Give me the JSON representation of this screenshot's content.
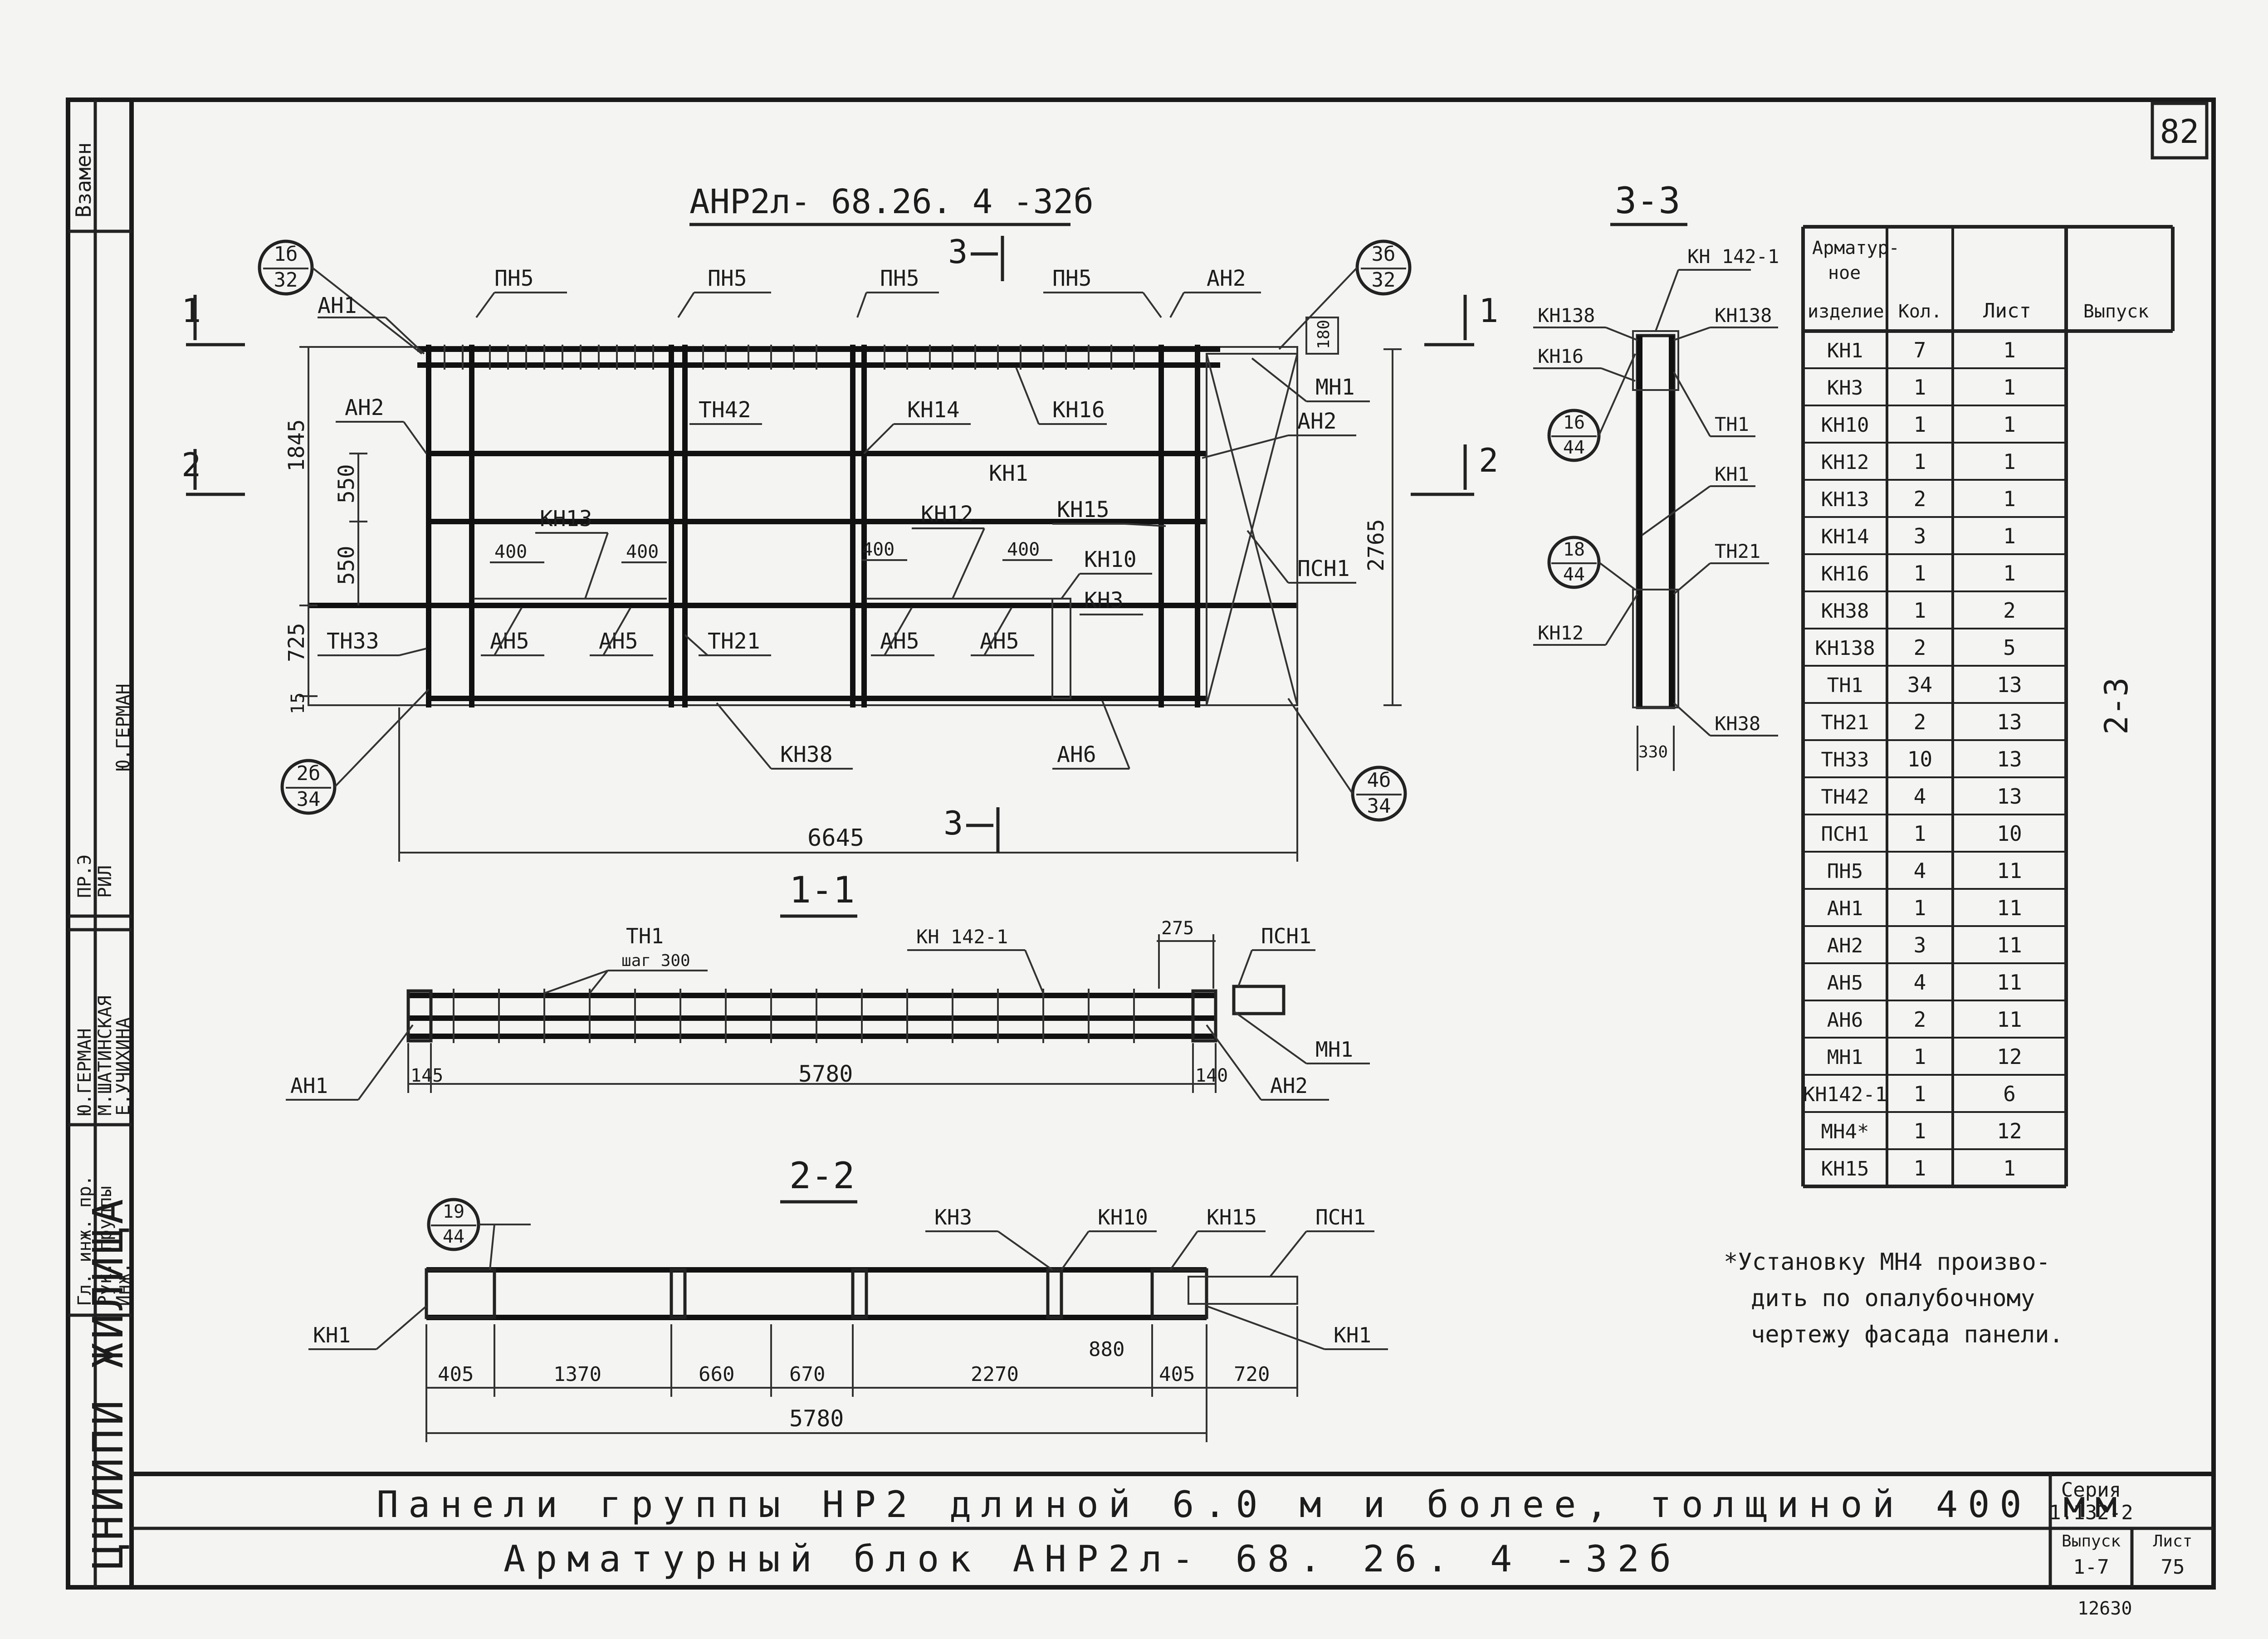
{
  "sheet_number": "82",
  "stamp_side": {
    "vzamen": "Взамен",
    "org": "ЦНИИПИ ЖИЛИЩА",
    "roles": [
      "Гл. инж. пр.",
      "Рук. группы",
      "Инж."
    ],
    "names_top": [
      "Ю.ГЕРМАН",
      "М.ШАТИНСКАЯ",
      "Е.УЧИХИНА"
    ],
    "names_mid": [
      "ПР.Э",
      "РИЛ",
      "Ю.ГЕРМАН"
    ]
  },
  "main_view": {
    "title": "АНР2л- 68.26. 4 -32б",
    "callouts": [
      {
        "top": "1б",
        "bottom": "32"
      },
      {
        "top": "3б",
        "bottom": "32"
      },
      {
        "top": "2б",
        "bottom": "34"
      },
      {
        "top": "4б",
        "bottom": "34"
      }
    ],
    "labels": {
      "pn5a": "ПН5",
      "pn5b": "ПН5",
      "pn5c": "ПН5",
      "pn5d": "ПН5",
      "an1": "АН1",
      "an2a": "АН2",
      "an2b": "АН2",
      "an2c": "АН2",
      "tn42": "ТН42",
      "kn14": "КН14",
      "kn16": "КН16",
      "mn1": "МН1",
      "kn1": "КН1",
      "kn13": "КН13",
      "kn12": "КН12",
      "kn15": "КН15",
      "kn10": "КН10",
      "kn3": "КН3",
      "tn33": "ТН33",
      "an5a": "АН5",
      "an5b": "АН5",
      "tn21": "ТН21",
      "an5c": "АН5",
      "an5d": "АН5",
      "psn1": "ПСН1",
      "kn38": "КН38",
      "an6": "АН6"
    },
    "dims": {
      "d1845": "1845",
      "d550a": "550",
      "d550b": "550",
      "d725": "725",
      "d15": "15",
      "d400a": "400",
      "d400b": "400",
      "d400c": "400",
      "d400d": "400",
      "d180": "180",
      "d2765": "2765",
      "d6645": "6645"
    },
    "section_marks": {
      "s1": "1",
      "s2": "2",
      "s3top": "3",
      "s3bot": "3"
    }
  },
  "section_33": {
    "title": "3-3",
    "labels": {
      "kn1421": "КН 142-1",
      "kn138a": "КН138",
      "kn138b": "КН138",
      "kn16": "КН16",
      "tn1": "ТН1",
      "kn1": "КН1",
      "tn21": "ТН21",
      "kn12": "КН12",
      "kn38": "КН38",
      "d330": "330"
    },
    "callouts": [
      {
        "top": "16",
        "bottom": "44"
      },
      {
        "top": "18",
        "bottom": "44"
      }
    ],
    "marks": {
      "s1": "1",
      "s2": "2"
    }
  },
  "section_11": {
    "title": "1-1",
    "labels": {
      "tn1": "ТН1",
      "step": "шаг 300",
      "kn1421": "КН 142-1",
      "d275": "275",
      "psn1": "ПСН1",
      "mn1": "МН1",
      "an1": "АН1",
      "an2": "АН2",
      "d145": "145",
      "d5780": "5780",
      "d140": "140"
    }
  },
  "section_22": {
    "title": "2-2",
    "callout": {
      "top": "19",
      "bottom": "44"
    },
    "labels": {
      "kn3": "КН3",
      "kn10": "КН10",
      "kn15": "КН15",
      "psn1": "ПСН1",
      "kn1a": "КН1",
      "kn1b": "КН1",
      "d880": "880"
    },
    "dims": [
      "405",
      "1370",
      "660",
      "670",
      "2270",
      "405",
      "720"
    ],
    "total": "5780"
  },
  "spec_table": {
    "headers": [
      "Арматур-ное изделие",
      "Кол.",
      "Лист",
      "Выпуск"
    ],
    "vypusk": "2-3",
    "rows": [
      [
        "КН1",
        "7",
        "1"
      ],
      [
        "КН3",
        "1",
        "1"
      ],
      [
        "КН10",
        "1",
        "1"
      ],
      [
        "КН12",
        "1",
        "1"
      ],
      [
        "КН13",
        "2",
        "1"
      ],
      [
        "КН14",
        "3",
        "1"
      ],
      [
        "КН16",
        "1",
        "1"
      ],
      [
        "КН38",
        "1",
        "2"
      ],
      [
        "КН138",
        "2",
        "5"
      ],
      [
        "ТН1",
        "34",
        "13"
      ],
      [
        "ТН21",
        "2",
        "13"
      ],
      [
        "ТН33",
        "10",
        "13"
      ],
      [
        "ТН42",
        "4",
        "13"
      ],
      [
        "ПСН1",
        "1",
        "10"
      ],
      [
        "ПН5",
        "4",
        "11"
      ],
      [
        "АН1",
        "1",
        "11"
      ],
      [
        "АН2",
        "3",
        "11"
      ],
      [
        "АН5",
        "4",
        "11"
      ],
      [
        "АН6",
        "2",
        "11"
      ],
      [
        "МН1",
        "1",
        "12"
      ],
      [
        "КН142-1",
        "1",
        "6"
      ],
      [
        "МН4*",
        "1",
        "12"
      ],
      [
        "КН15",
        "1",
        "1"
      ]
    ]
  },
  "note": [
    "*Установку МН4 произво-",
    "дить по опалубочному",
    "чертежу фасада панели."
  ],
  "title_block": {
    "line1": "Панели группы НР2 длиной 6.0 м и более, толщиной 400 мм",
    "line2": "Арматурный блок АНР2л- 68. 26. 4 -32б",
    "seria_label": "Серия",
    "seria": "1.132-2",
    "vypusk_label": "Выпуск",
    "vypusk": "1-7",
    "list_label": "Лист",
    "list": "75",
    "footer_num": "12630"
  }
}
